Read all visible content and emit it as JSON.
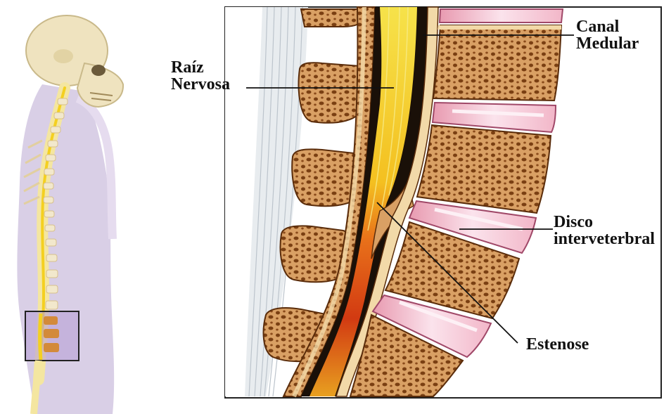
{
  "labels": {
    "raiz_line1": "Raíz",
    "raiz_line2": "Nervosa",
    "canal_line1": "Canal",
    "canal_line2": "Medular",
    "disco_line1": "Disco",
    "disco_line2": "interveterbral",
    "estenose": "Estenose"
  },
  "colors": {
    "bone": "#c9894a",
    "bone_light": "#f2d9a8",
    "bone_pore": "#7a3f12",
    "disc": "#f2b6c8",
    "disc_light": "#fbe3ec",
    "nerve_yellow": "#f4d020",
    "nerve_orange": "#e8701a",
    "nerve_red": "#d23a12",
    "ligament": "#e8ecef",
    "body_silhouette": "#d9cfe6",
    "skull": "#efe3bf"
  }
}
